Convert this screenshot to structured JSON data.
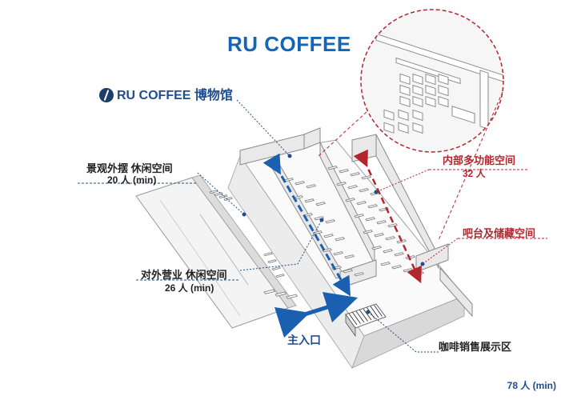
{
  "title": "RU COFFEE",
  "labels": {
    "museum": "RU COFFEE 博物馆",
    "outdoor_lounge": "景观外摆 休闲空间",
    "outdoor_count": "20 人 (min)",
    "public_lounge": "对外营业 休闲空间",
    "public_count": "26 人 (min)",
    "multi_space": "内部多功能空间",
    "multi_count": "32 人",
    "bar_storage": "吧台及储藏空间",
    "main_entrance": "主入口",
    "display_area": "咖啡销售展示区",
    "total": "78 人 (min)"
  },
  "colors": {
    "title": "#1565b5",
    "label_blue": "#1f4e8c",
    "arrow_blue": "#1a5fb0",
    "accent_red": "#b3262e",
    "wall": "#e9e9e9",
    "wall_edge": "#8a8a8a"
  },
  "icons": [
    "coffee-bean-icon"
  ]
}
